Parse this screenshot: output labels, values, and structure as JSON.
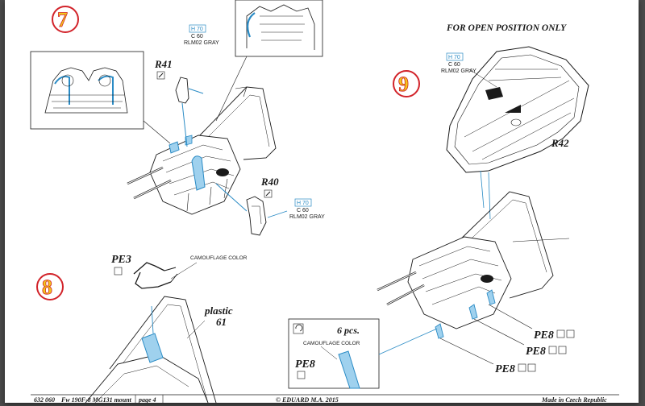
{
  "header": {
    "note": "FOR OPEN POSITION ONLY"
  },
  "steps": {
    "step7": {
      "number": "7"
    },
    "step8": {
      "number": "8"
    },
    "step9": {
      "number": "9"
    }
  },
  "paint_refs": {
    "top": {
      "code_h": "H 70",
      "code_c": "C 60",
      "name": "RLM02 GRAY"
    },
    "mid": {
      "code_h": "H 70",
      "code_c": "C 60",
      "name": "RLM02 GRAY"
    },
    "right": {
      "code_h": "H 70",
      "code_c": "C 60",
      "name": "RLM02 GRAY"
    }
  },
  "parts": {
    "r41": "R41",
    "r40": "R40",
    "r42": "R42",
    "pe3": "PE3",
    "plastic": "plastic",
    "plastic_num": "61",
    "pe8_a": "PE8",
    "pe8_b": "PE8",
    "pe8_c": "PE8",
    "pe8_inset": "PE8",
    "pcs": "6 pcs."
  },
  "callouts": {
    "camo1": "CAMOUFLAGE COLOR",
    "camo2": "CAMOUFLAGE COLOR"
  },
  "footer": {
    "code": "632 060",
    "title": "Fw 190F-8 MG131 mount",
    "page": "page 4",
    "copyright": "© EDUARD  M.A. 2015",
    "made_in": "Made in Czech Republic"
  },
  "colors": {
    "accent": "#2a8bc5",
    "step_number": "#f2c81a",
    "step_ring": "#d2232a",
    "ink": "#1a1a1a"
  }
}
